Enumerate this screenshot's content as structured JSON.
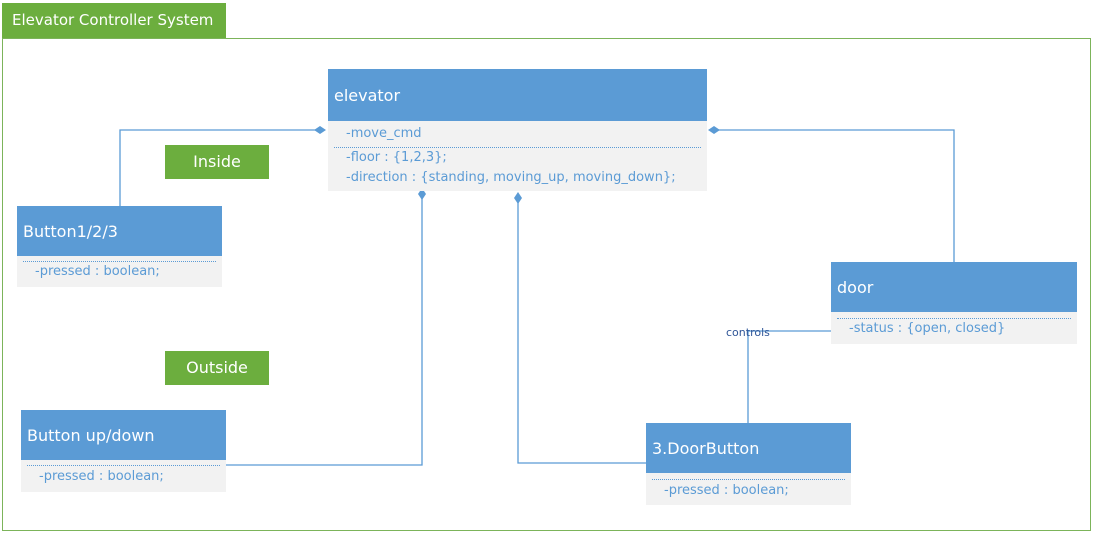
{
  "title": "Elevator Controller System",
  "labels": {
    "inside": "Inside",
    "outside": "Outside",
    "controls": "controls"
  },
  "classes": {
    "elevator": {
      "name": "elevator",
      "attrs": [
        "-move_cmd",
        "-floor : {1,2,3};",
        "-direction : {standing, moving_up, moving_down};"
      ]
    },
    "button123": {
      "name": "Button1/2/3",
      "attrs": [
        "-pressed : boolean;"
      ]
    },
    "buttonUpDown": {
      "name": "Button up/down",
      "attrs": [
        "-pressed : boolean;"
      ]
    },
    "door": {
      "name": "door",
      "attrs": [
        "-status : {open, closed}"
      ]
    },
    "doorButton": {
      "name": "3.DoorButton",
      "attrs": [
        "-pressed : boolean;"
      ]
    }
  },
  "colors": {
    "classHeader": "#5b9bd5",
    "classBody": "#f2f2f2",
    "greenLabel": "#6cae3e",
    "line": "#5b9bd5"
  }
}
